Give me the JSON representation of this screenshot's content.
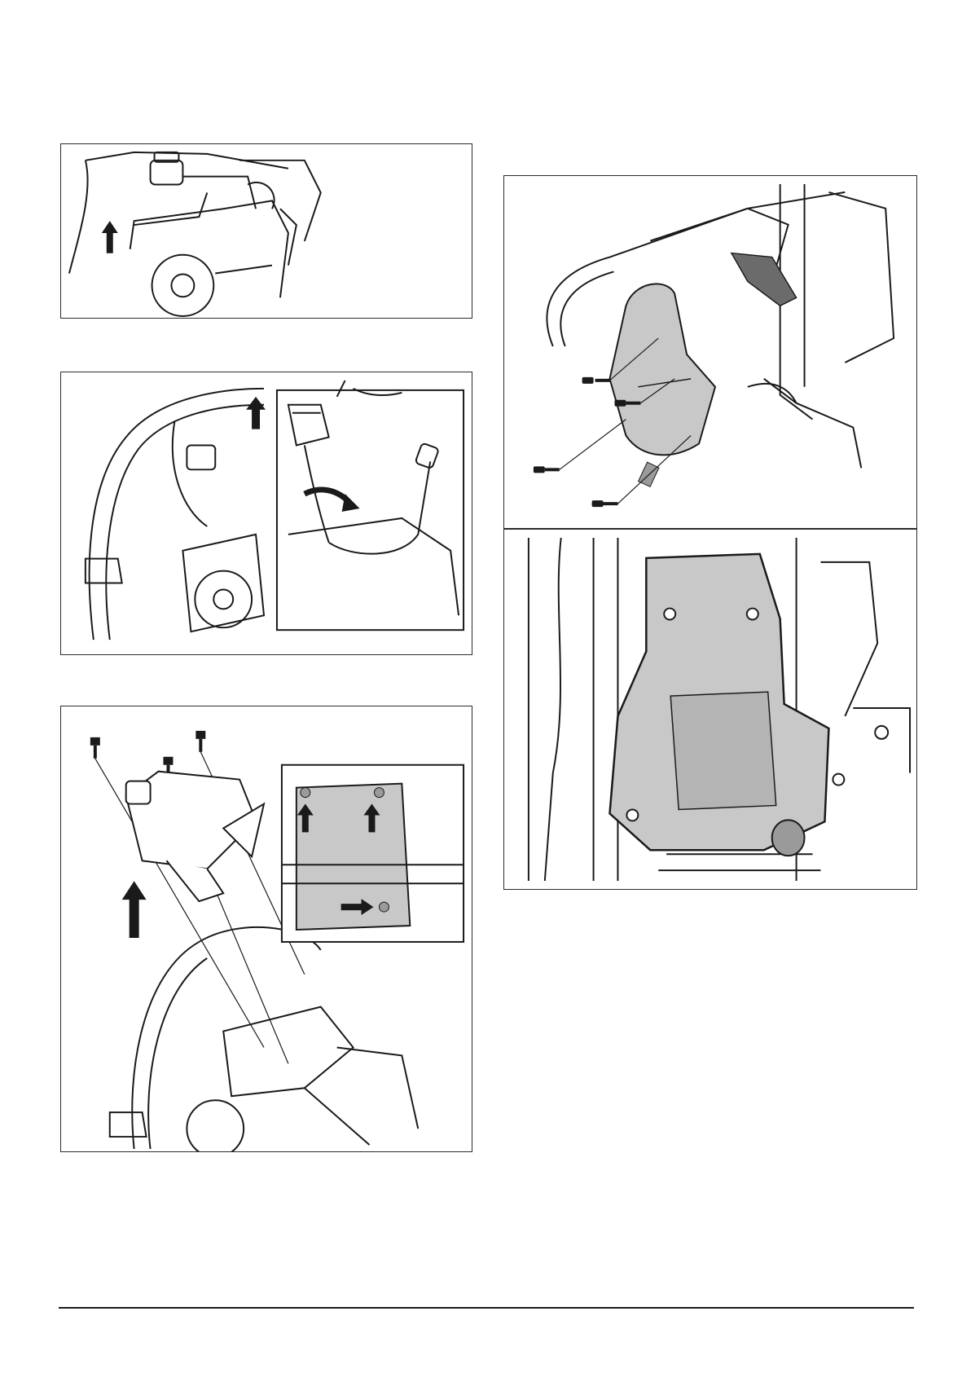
{
  "document": {
    "figures": [
      {
        "id": "fig-1",
        "caption": "",
        "icon": "lift-cover-arrow"
      },
      {
        "id": "fig-2",
        "caption": "",
        "icon": "disconnect-cable-arrow"
      },
      {
        "id": "fig-3",
        "caption": "",
        "icon": "remove-screws-arrow"
      },
      {
        "id": "fig-4",
        "caption": "",
        "icon": "exploded-muffler"
      },
      {
        "id": "fig-5",
        "caption": "",
        "icon": "muffler-fitted"
      }
    ]
  },
  "colors": {
    "line": "#1a1a1a",
    "part_fill": "#c8c8c8",
    "part_fill_dark": "#9a9a9a",
    "gasket": "#6b6b6b"
  }
}
